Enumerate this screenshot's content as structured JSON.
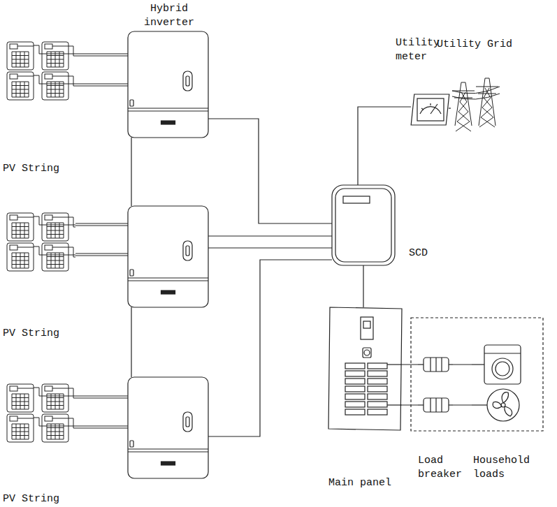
{
  "diagram": {
    "nodes": [
      {
        "text": [
          "Hybrid inverter"
        ]
      },
      {
        "text": [
          "Utility meter"
        ]
      },
      {
        "text": [
          "Utility Grid"
        ]
      },
      {
        "text": [
          "PV String"
        ]
      },
      {
        "text": [
          "SCD"
        ]
      },
      {
        "text": [
          "PV String"
        ]
      },
      {
        "text": [
          "Main panel"
        ]
      },
      {
        "text": [
          "Load breaker"
        ]
      },
      {
        "text": [
          "Household loads"
        ]
      },
      {
        "text": [
          "PV String"
        ]
      }
    ],
    "edges": [
      {
        "from": 3,
        "to": 0,
        "arrow": "none"
      },
      {
        "from": 0,
        "to": 4,
        "arrow": "none"
      },
      {
        "from": 4,
        "to": 1,
        "arrow": "none"
      },
      {
        "from": 1,
        "to": 2,
        "arrow": "none"
      },
      {
        "from": 4,
        "to": 6,
        "arrow": "none"
      },
      {
        "from": 6,
        "to": 7,
        "arrow": "none"
      },
      {
        "from": 7,
        "to": 8,
        "arrow": "none"
      }
    ]
  }
}
